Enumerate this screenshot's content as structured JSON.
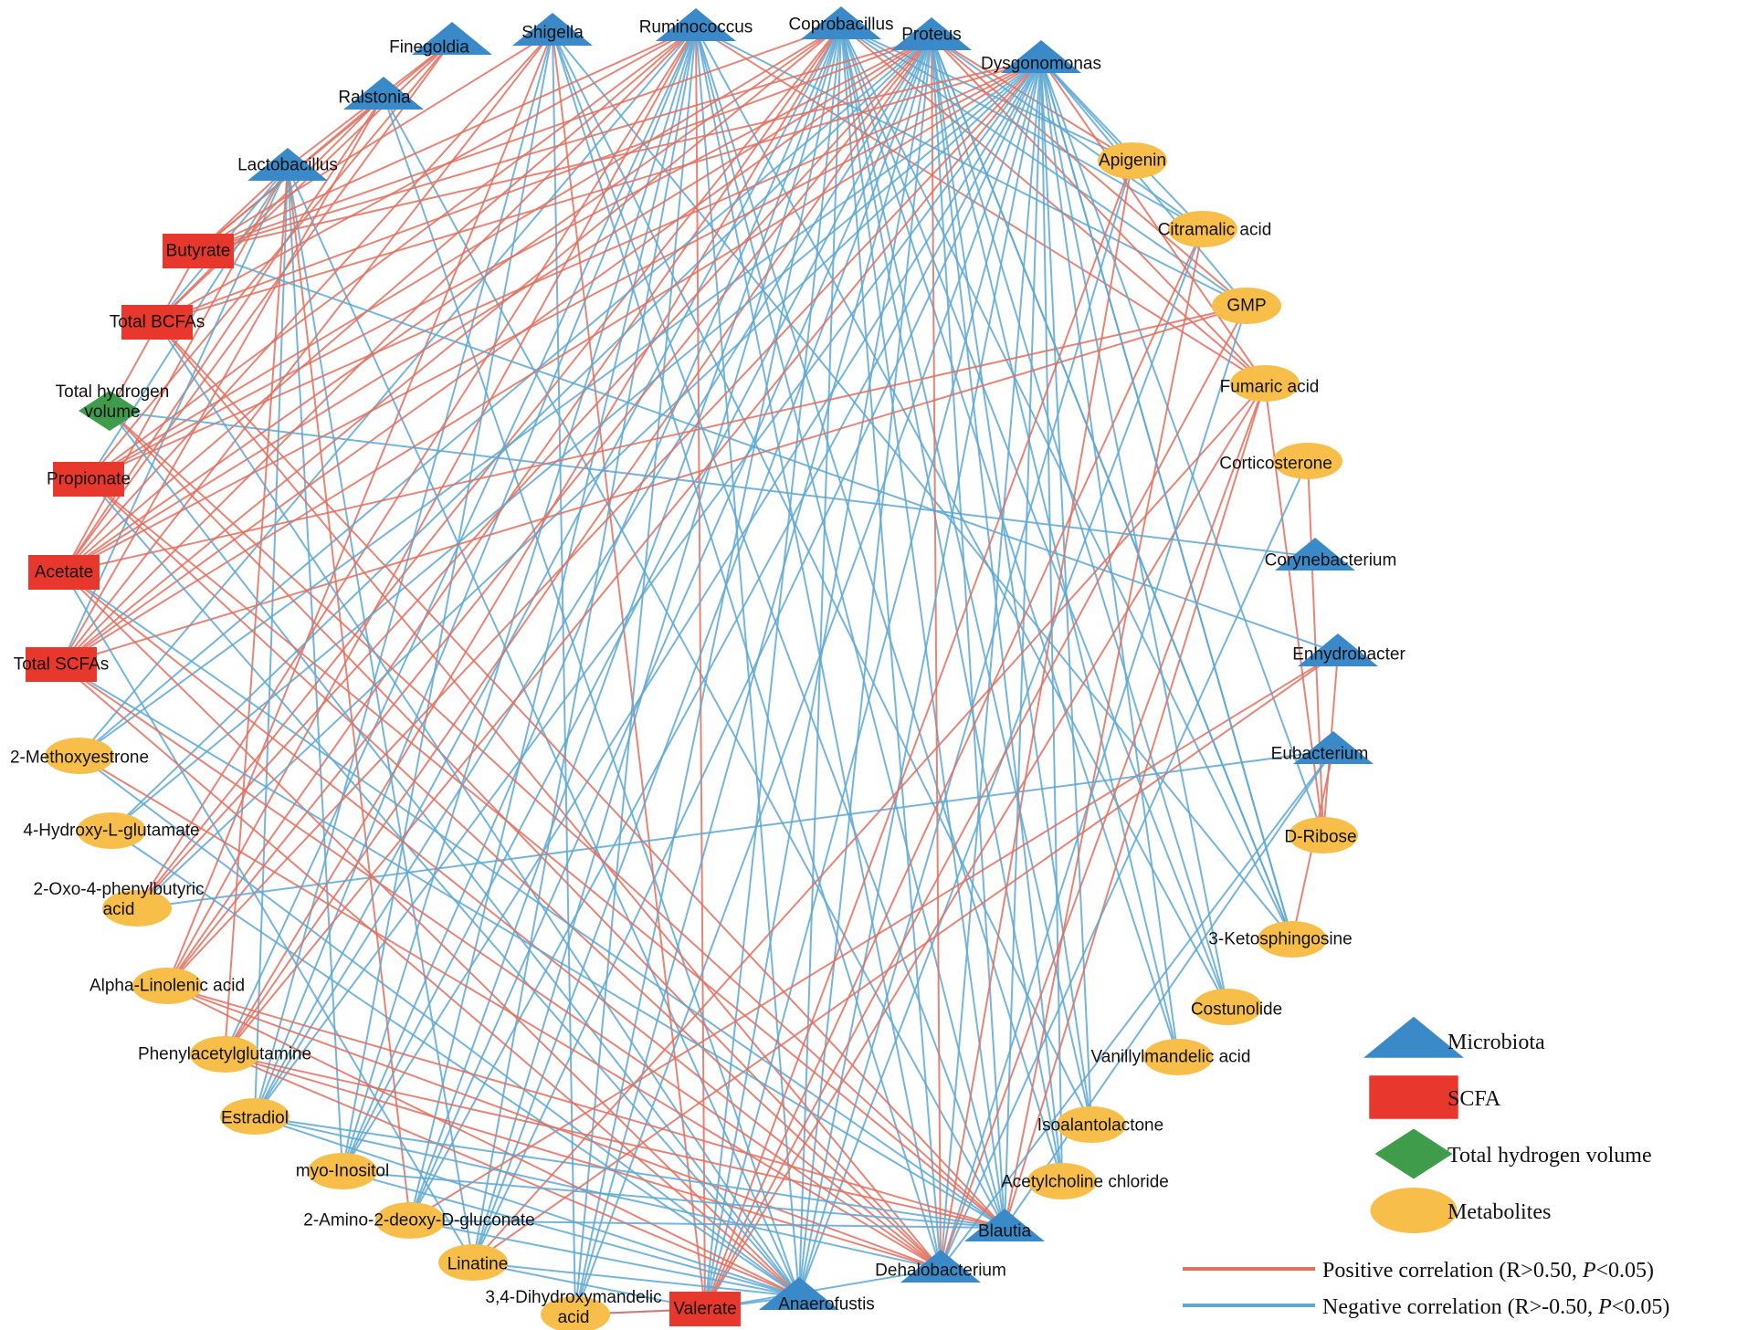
{
  "colors": {
    "microbiota": "#3a89c9",
    "scfa": "#e8372c",
    "hydrogen": "#3e9c4b",
    "metabolite": "#f7be4a",
    "positive": "#e0705f",
    "negative": "#5ea8d2"
  },
  "nodes": [
    {
      "id": "finegoldia",
      "label": "Finegoldia",
      "type": "microbiota"
    },
    {
      "id": "shigella",
      "label": "Shigella",
      "type": "microbiota"
    },
    {
      "id": "ruminococcus",
      "label": "Ruminococcus",
      "type": "microbiota"
    },
    {
      "id": "coprobacillus",
      "label": "Coprobacillus",
      "type": "microbiota"
    },
    {
      "id": "proteus",
      "label": "Proteus",
      "type": "microbiota"
    },
    {
      "id": "dysgonomonas",
      "label": "Dysgonomonas",
      "type": "microbiota"
    },
    {
      "id": "ralstonia",
      "label": "Ralstonia",
      "type": "microbiota"
    },
    {
      "id": "lactobacillus",
      "label": "Lactobacillus",
      "type": "microbiota"
    },
    {
      "id": "corynebacterium",
      "label": "Corynebacterium",
      "type": "microbiota"
    },
    {
      "id": "enhydrobacter",
      "label": "Enhydrobacter",
      "type": "microbiota"
    },
    {
      "id": "eubacterium",
      "label": "Eubacterium",
      "type": "microbiota"
    },
    {
      "id": "blautia",
      "label": "Blautia",
      "type": "microbiota"
    },
    {
      "id": "dehalobacterium",
      "label": "Dehalobacterium",
      "type": "microbiota"
    },
    {
      "id": "anaerofustis",
      "label": "Anaerofustis",
      "type": "microbiota"
    },
    {
      "id": "butyrate",
      "label": "Butyrate",
      "type": "scfa"
    },
    {
      "id": "total_bcfas",
      "label": "Total BCFAs",
      "type": "scfa"
    },
    {
      "id": "propionate",
      "label": "Propionate",
      "type": "scfa"
    },
    {
      "id": "acetate",
      "label": "Acetate",
      "type": "scfa"
    },
    {
      "id": "total_scfas",
      "label": "Total SCFAs",
      "type": "scfa"
    },
    {
      "id": "valerate",
      "label": "Valerate",
      "type": "scfa"
    },
    {
      "id": "total_hydrogen",
      "label": "Total hydrogen volume",
      "label_lines": [
        "Total hydrogen",
        "volume"
      ],
      "type": "hydrogen"
    },
    {
      "id": "apigenin",
      "label": "Apigenin",
      "type": "metabolite"
    },
    {
      "id": "citramalic",
      "label": "Citramalic acid",
      "type": "metabolite"
    },
    {
      "id": "gmp",
      "label": "GMP",
      "type": "metabolite"
    },
    {
      "id": "fumaric",
      "label": "Fumaric acid",
      "type": "metabolite"
    },
    {
      "id": "corticosterone",
      "label": "Corticosterone",
      "type": "metabolite"
    },
    {
      "id": "d_ribose",
      "label": "D-Ribose",
      "type": "metabolite"
    },
    {
      "id": "ketosphingosine",
      "label": "3-Ketosphingosine",
      "type": "metabolite"
    },
    {
      "id": "costunolide",
      "label": "Costunolide",
      "type": "metabolite"
    },
    {
      "id": "vanillylmandelic",
      "label": "Vanillylmandelic acid",
      "type": "metabolite"
    },
    {
      "id": "isoalantolactone",
      "label": "Isoalantolactone",
      "type": "metabolite"
    },
    {
      "id": "acetylcholine",
      "label": "Acetylcholine chloride",
      "type": "metabolite"
    },
    {
      "id": "methoxyestrone",
      "label": "2-Methoxyestrone",
      "type": "metabolite"
    },
    {
      "id": "hydroxyglutamate",
      "label": "4-Hydroxy-L-glutamate",
      "type": "metabolite"
    },
    {
      "id": "oxophenylbutyric",
      "label": "2-Oxo-4-phenylbutyric acid",
      "label_lines": [
        "2-Oxo-4-phenylbutyric",
        "acid"
      ],
      "type": "metabolite"
    },
    {
      "id": "alpha_linolenic",
      "label": "Alpha-Linolenic acid",
      "type": "metabolite"
    },
    {
      "id": "phenylacetylglutamine",
      "label": "Phenylacetylglutamine",
      "type": "metabolite"
    },
    {
      "id": "estradiol",
      "label": "Estradiol",
      "type": "metabolite"
    },
    {
      "id": "myo_inositol",
      "label": "myo-Inositol",
      "type": "metabolite"
    },
    {
      "id": "amino_gluconate",
      "label": "2-Amino-2-deoxy-D-gluconate",
      "type": "metabolite"
    },
    {
      "id": "linatine",
      "label": "Linatine",
      "type": "metabolite"
    },
    {
      "id": "dihydroxymandelic",
      "label": "3,4-Dihydroxymandelic acid",
      "label_lines": [
        "3,4-Dihydroxymandelic",
        "acid"
      ],
      "type": "metabolite"
    }
  ],
  "edges": [
    [
      "finegoldia",
      "butyrate",
      "p"
    ],
    [
      "finegoldia",
      "total_bcfas",
      "p"
    ],
    [
      "finegoldia",
      "propionate",
      "p"
    ],
    [
      "finegoldia",
      "acetate",
      "p"
    ],
    [
      "finegoldia",
      "lactobacillus",
      "p"
    ],
    [
      "ralstonia",
      "butyrate",
      "p"
    ],
    [
      "ralstonia",
      "total_bcfas",
      "p"
    ],
    [
      "ralstonia",
      "acetate",
      "p"
    ],
    [
      "ralstonia",
      "total_scfas",
      "p"
    ],
    [
      "ralstonia",
      "blautia",
      "n"
    ],
    [
      "ralstonia",
      "anaerofustis",
      "n"
    ],
    [
      "lactobacillus",
      "butyrate",
      "p"
    ],
    [
      "lactobacillus",
      "total_bcfas",
      "n"
    ],
    [
      "lactobacillus",
      "propionate",
      "n"
    ],
    [
      "lactobacillus",
      "acetate",
      "p"
    ],
    [
      "lactobacillus",
      "total_scfas",
      "n"
    ],
    [
      "lactobacillus",
      "estradiol",
      "n"
    ],
    [
      "lactobacillus",
      "myo_inositol",
      "n"
    ],
    [
      "lactobacillus",
      "amino_gluconate",
      "p"
    ],
    [
      "lactobacillus",
      "linatine",
      "n"
    ],
    [
      "lactobacillus",
      "anaerofustis",
      "n"
    ],
    [
      "lactobacillus",
      "phenylacetylglutamine",
      "p"
    ],
    [
      "shigella",
      "butyrate",
      "p"
    ],
    [
      "shigella",
      "acetate",
      "p"
    ],
    [
      "shigella",
      "total_scfas",
      "p"
    ],
    [
      "shigella",
      "alpha_linolenic",
      "p"
    ],
    [
      "shigella",
      "estradiol",
      "n"
    ],
    [
      "shigella",
      "dihydroxymandelic",
      "n"
    ],
    [
      "shigella",
      "blautia",
      "n"
    ],
    [
      "shigella",
      "dehalobacterium",
      "n"
    ],
    [
      "shigella",
      "ketosphingosine",
      "n"
    ],
    [
      "shigella",
      "myo_inositol",
      "n"
    ],
    [
      "shigella",
      "valerate",
      "p"
    ],
    [
      "shigella",
      "isoalantolactone",
      "n"
    ],
    [
      "ruminococcus",
      "butyrate",
      "p"
    ],
    [
      "ruminococcus",
      "total_bcfas",
      "p"
    ],
    [
      "ruminococcus",
      "propionate",
      "p"
    ],
    [
      "ruminococcus",
      "acetate",
      "p"
    ],
    [
      "ruminococcus",
      "total_scfas",
      "p"
    ],
    [
      "ruminococcus",
      "methoxyestrone",
      "n"
    ],
    [
      "ruminococcus",
      "oxophenylbutyric",
      "p"
    ],
    [
      "ruminococcus",
      "alpha_linolenic",
      "p"
    ],
    [
      "ruminococcus",
      "phenylacetylglutamine",
      "n"
    ],
    [
      "ruminococcus",
      "estradiol",
      "n"
    ],
    [
      "ruminococcus",
      "myo_inositol",
      "n"
    ],
    [
      "ruminococcus",
      "amino_gluconate",
      "n"
    ],
    [
      "ruminococcus",
      "linatine",
      "n"
    ],
    [
      "ruminococcus",
      "dihydroxymandelic",
      "n"
    ],
    [
      "ruminococcus",
      "valerate",
      "p"
    ],
    [
      "ruminococcus",
      "anaerofustis",
      "n"
    ],
    [
      "ruminococcus",
      "dehalobacterium",
      "n"
    ],
    [
      "ruminococcus",
      "blautia",
      "n"
    ],
    [
      "ruminococcus",
      "acetylcholine",
      "n"
    ],
    [
      "ruminococcus",
      "costunolide",
      "n"
    ],
    [
      "ruminococcus",
      "gmp",
      "n"
    ],
    [
      "ruminococcus",
      "fumaric",
      "p"
    ],
    [
      "coprobacillus",
      "butyrate",
      "p"
    ],
    [
      "coprobacillus",
      "propionate",
      "p"
    ],
    [
      "coprobacillus",
      "acetate",
      "p"
    ],
    [
      "coprobacillus",
      "total_scfas",
      "p"
    ],
    [
      "coprobacillus",
      "oxophenylbutyric",
      "p"
    ],
    [
      "coprobacillus",
      "alpha_linolenic",
      "p"
    ],
    [
      "coprobacillus",
      "phenylacetylglutamine",
      "p"
    ],
    [
      "coprobacillus",
      "estradiol",
      "n"
    ],
    [
      "coprobacillus",
      "myo_inositol",
      "n"
    ],
    [
      "coprobacillus",
      "amino_gluconate",
      "n"
    ],
    [
      "coprobacillus",
      "linatine",
      "n"
    ],
    [
      "coprobacillus",
      "dihydroxymandelic",
      "n"
    ],
    [
      "coprobacillus",
      "valerate",
      "n"
    ],
    [
      "coprobacillus",
      "anaerofustis",
      "n"
    ],
    [
      "coprobacillus",
      "dehalobacterium",
      "n"
    ],
    [
      "coprobacillus",
      "blautia",
      "n"
    ],
    [
      "coprobacillus",
      "acetylcholine",
      "n"
    ],
    [
      "coprobacillus",
      "isoalantolactone",
      "n"
    ],
    [
      "coprobacillus",
      "vanillylmandelic",
      "n"
    ],
    [
      "coprobacillus",
      "costunolide",
      "n"
    ],
    [
      "coprobacillus",
      "ketosphingosine",
      "n"
    ],
    [
      "coprobacillus",
      "fumaric",
      "p"
    ],
    [
      "coprobacillus",
      "gmp",
      "n"
    ],
    [
      "coprobacillus",
      "citramalic",
      "n"
    ],
    [
      "coprobacillus",
      "apigenin",
      "n"
    ],
    [
      "proteus",
      "butyrate",
      "p"
    ],
    [
      "proteus",
      "total_bcfas",
      "p"
    ],
    [
      "proteus",
      "propionate",
      "p"
    ],
    [
      "proteus",
      "acetate",
      "p"
    ],
    [
      "proteus",
      "total_scfas",
      "p"
    ],
    [
      "proteus",
      "methoxyestrone",
      "n"
    ],
    [
      "proteus",
      "hydroxyglutamate",
      "n"
    ],
    [
      "proteus",
      "oxophenylbutyric",
      "p"
    ],
    [
      "proteus",
      "alpha_linolenic",
      "p"
    ],
    [
      "proteus",
      "phenylacetylglutamine",
      "p"
    ],
    [
      "proteus",
      "estradiol",
      "n"
    ],
    [
      "proteus",
      "myo_inositol",
      "n"
    ],
    [
      "proteus",
      "amino_gluconate",
      "n"
    ],
    [
      "proteus",
      "linatine",
      "n"
    ],
    [
      "proteus",
      "dihydroxymandelic",
      "n"
    ],
    [
      "proteus",
      "valerate",
      "n"
    ],
    [
      "proteus",
      "anaerofustis",
      "n"
    ],
    [
      "proteus",
      "dehalobacterium",
      "p"
    ],
    [
      "proteus",
      "blautia",
      "n"
    ],
    [
      "proteus",
      "acetylcholine",
      "n"
    ],
    [
      "proteus",
      "isoalantolactone",
      "n"
    ],
    [
      "proteus",
      "vanillylmandelic",
      "n"
    ],
    [
      "proteus",
      "costunolide",
      "n"
    ],
    [
      "proteus",
      "ketosphingosine",
      "n"
    ],
    [
      "proteus",
      "fumaric",
      "p"
    ],
    [
      "proteus",
      "gmp",
      "p"
    ],
    [
      "proteus",
      "citramalic",
      "n"
    ],
    [
      "proteus",
      "apigenin",
      "p"
    ],
    [
      "dysgonomonas",
      "butyrate",
      "p"
    ],
    [
      "dysgonomonas",
      "total_bcfas",
      "p"
    ],
    [
      "dysgonomonas",
      "propionate",
      "p"
    ],
    [
      "dysgonomonas",
      "acetate",
      "p"
    ],
    [
      "dysgonomonas",
      "total_scfas",
      "p"
    ],
    [
      "dysgonomonas",
      "methoxyestrone",
      "n"
    ],
    [
      "dysgonomonas",
      "hydroxyglutamate",
      "n"
    ],
    [
      "dysgonomonas",
      "oxophenylbutyric",
      "n"
    ],
    [
      "dysgonomonas",
      "alpha_linolenic",
      "p"
    ],
    [
      "dysgonomonas",
      "phenylacetylglutamine",
      "p"
    ],
    [
      "dysgonomonas",
      "estradiol",
      "n"
    ],
    [
      "dysgonomonas",
      "myo_inositol",
      "n"
    ],
    [
      "dysgonomonas",
      "amino_gluconate",
      "n"
    ],
    [
      "dysgonomonas",
      "linatine",
      "n"
    ],
    [
      "dysgonomonas",
      "dihydroxymandelic",
      "n"
    ],
    [
      "dysgonomonas",
      "valerate",
      "n"
    ],
    [
      "dysgonomonas",
      "anaerofustis",
      "n"
    ],
    [
      "dysgonomonas",
      "dehalobacterium",
      "n"
    ],
    [
      "dysgonomonas",
      "blautia",
      "n"
    ],
    [
      "dysgonomonas",
      "acetylcholine",
      "n"
    ],
    [
      "dysgonomonas",
      "isoalantolactone",
      "n"
    ],
    [
      "dysgonomonas",
      "vanillylmandelic",
      "n"
    ],
    [
      "dysgonomonas",
      "costunolide",
      "n"
    ],
    [
      "dysgonomonas",
      "ketosphingosine",
      "n"
    ],
    [
      "dysgonomonas",
      "fumaric",
      "p"
    ],
    [
      "dysgonomonas",
      "gmp",
      "n"
    ],
    [
      "dysgonomonas",
      "citramalic",
      "n"
    ],
    [
      "dysgonomonas",
      "apigenin",
      "n"
    ],
    [
      "dysgonomonas",
      "d_ribose",
      "n"
    ],
    [
      "apigenin",
      "anaerofustis",
      "n"
    ],
    [
      "apigenin",
      "valerate",
      "p"
    ],
    [
      "apigenin",
      "dehalobacterium",
      "p"
    ],
    [
      "citramalic",
      "blautia",
      "p"
    ],
    [
      "citramalic",
      "valerate",
      "p"
    ],
    [
      "citramalic",
      "anaerofustis",
      "n"
    ],
    [
      "gmp",
      "total_scfas",
      "p"
    ],
    [
      "gmp",
      "acetate",
      "p"
    ],
    [
      "gmp",
      "valerate",
      "p"
    ],
    [
      "gmp",
      "dehalobacterium",
      "n"
    ],
    [
      "fumaric",
      "blautia",
      "p"
    ],
    [
      "fumaric",
      "dehalobacterium",
      "p"
    ],
    [
      "fumaric",
      "d_ribose",
      "p"
    ],
    [
      "fumaric",
      "valerate",
      "p"
    ],
    [
      "fumaric",
      "linatine",
      "p"
    ],
    [
      "corticosterone",
      "d_ribose",
      "p"
    ],
    [
      "corticosterone",
      "dehalobacterium",
      "n"
    ],
    [
      "corynebacterium",
      "total_hydrogen",
      "n"
    ],
    [
      "enhydrobacter",
      "d_ribose",
      "p"
    ],
    [
      "enhydrobacter",
      "amino_gluconate",
      "p"
    ],
    [
      "enhydrobacter",
      "butyrate",
      "n"
    ],
    [
      "enhydrobacter",
      "linatine",
      "p"
    ],
    [
      "eubacterium",
      "oxophenylbutyric",
      "n"
    ],
    [
      "eubacterium",
      "ketosphingosine",
      "p"
    ],
    [
      "eubacterium",
      "dehalobacterium",
      "n"
    ],
    [
      "eubacterium",
      "blautia",
      "n"
    ],
    [
      "ketosphingosine",
      "dysgonomonas",
      "n"
    ],
    [
      "ketosphingosine",
      "proteus",
      "n"
    ],
    [
      "total_hydrogen",
      "butyrate",
      "p"
    ],
    [
      "total_hydrogen",
      "dehalobacterium",
      "p"
    ],
    [
      "total_hydrogen",
      "anaerofustis",
      "n"
    ],
    [
      "total_hydrogen",
      "blautia",
      "p"
    ],
    [
      "total_bcfas",
      "dehalobacterium",
      "p"
    ],
    [
      "total_bcfas",
      "anaerofustis",
      "n"
    ],
    [
      "total_bcfas",
      "blautia",
      "p"
    ],
    [
      "propionate",
      "dehalobacterium",
      "p"
    ],
    [
      "propionate",
      "blautia",
      "p"
    ],
    [
      "propionate",
      "anaerofustis",
      "n"
    ],
    [
      "acetate",
      "anaerofustis",
      "p"
    ],
    [
      "acetate",
      "dehalobacterium",
      "p"
    ],
    [
      "acetate",
      "blautia",
      "n"
    ],
    [
      "acetate",
      "linatine",
      "n"
    ],
    [
      "total_scfas",
      "anaerofustis",
      "p"
    ],
    [
      "total_scfas",
      "dehalobacterium",
      "p"
    ],
    [
      "total_scfas",
      "blautia",
      "n"
    ],
    [
      "methoxyestrone",
      "dehalobacterium",
      "p"
    ],
    [
      "methoxyestrone",
      "anaerofustis",
      "n"
    ],
    [
      "hydroxyglutamate",
      "anaerofustis",
      "n"
    ],
    [
      "alpha_linolenic",
      "anaerofustis",
      "p"
    ],
    [
      "alpha_linolenic",
      "dehalobacterium",
      "p"
    ],
    [
      "alpha_linolenic",
      "blautia",
      "p"
    ],
    [
      "phenylacetylglutamine",
      "blautia",
      "p"
    ],
    [
      "phenylacetylglutamine",
      "anaerofustis",
      "p"
    ],
    [
      "phenylacetylglutamine",
      "dehalobacterium",
      "p"
    ],
    [
      "estradiol",
      "blautia",
      "n"
    ],
    [
      "estradiol",
      "dehalobacterium",
      "n"
    ],
    [
      "estradiol",
      "anaerofustis",
      "n"
    ],
    [
      "myo_inositol",
      "blautia",
      "n"
    ],
    [
      "myo_inositol",
      "anaerofustis",
      "n"
    ],
    [
      "amino_gluconate",
      "anaerofustis",
      "n"
    ],
    [
      "amino_gluconate",
      "blautia",
      "n"
    ],
    [
      "linatine",
      "anaerofustis",
      "n"
    ],
    [
      "linatine",
      "valerate",
      "n"
    ],
    [
      "dihydroxymandelic",
      "valerate",
      "n"
    ],
    [
      "valerate",
      "anaerofustis",
      "n"
    ],
    [
      "valerate",
      "dehalobacterium",
      "n"
    ],
    [
      "valerate",
      "dihydroxymandelic",
      "p"
    ]
  ],
  "legend": {
    "nodes": [
      {
        "label": "Microbiota",
        "type": "microbiota"
      },
      {
        "label": "SCFA",
        "type": "scfa"
      },
      {
        "label": "Total hydrogen volume",
        "type": "hydrogen"
      },
      {
        "label": "Metabolites",
        "type": "metabolite"
      }
    ],
    "lines": [
      {
        "type": "positive",
        "parts": [
          {
            "t": "Positive correlation (R>0.50, "
          },
          {
            "t": "P",
            "i": true
          },
          {
            "t": "<0.05)"
          }
        ]
      },
      {
        "type": "negative",
        "parts": [
          {
            "t": "Negative correlation (R>-0.50, "
          },
          {
            "t": "P",
            "i": true
          },
          {
            "t": "<0.05)"
          }
        ]
      }
    ]
  }
}
